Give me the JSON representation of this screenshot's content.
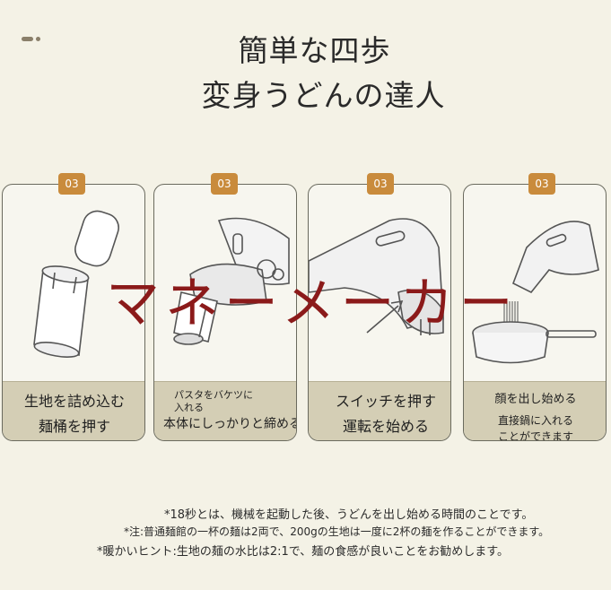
{
  "title": {
    "line1": "簡単な四歩",
    "line2": "変身うどんの達人"
  },
  "steps": [
    {
      "badge": "03",
      "lines": [
        "生地を詰め込む",
        "麺桶を押す"
      ]
    },
    {
      "badge": "03",
      "lines": [
        "パスタをバケツに",
        "入れる",
        "本体にしっかりと締める"
      ]
    },
    {
      "badge": "03",
      "lines": [
        "スイッチを押す",
        "運転を始める"
      ]
    },
    {
      "badge": "03",
      "lines": [
        "顔を出し始める",
        "直接鍋に入れる",
        "ことができます"
      ]
    }
  ],
  "watermark": "マネーメーカー",
  "notes": [
    "*18秒とは、機械を起動した後、うどんを出し始める時間のことです。",
    "*注:普通麺館の一杯の麺は2両で、200gの生地は一度に2杯の麺を作ることができます。",
    "*暖かいヒント:生地の麺の水比は2:1で、麺の食感が良いことをお勧めします。"
  ],
  "colors": {
    "background": "#f4f2e6",
    "badge": "#c98b3c",
    "band": "#d4ceb5",
    "watermark": "#8b1a1a"
  }
}
